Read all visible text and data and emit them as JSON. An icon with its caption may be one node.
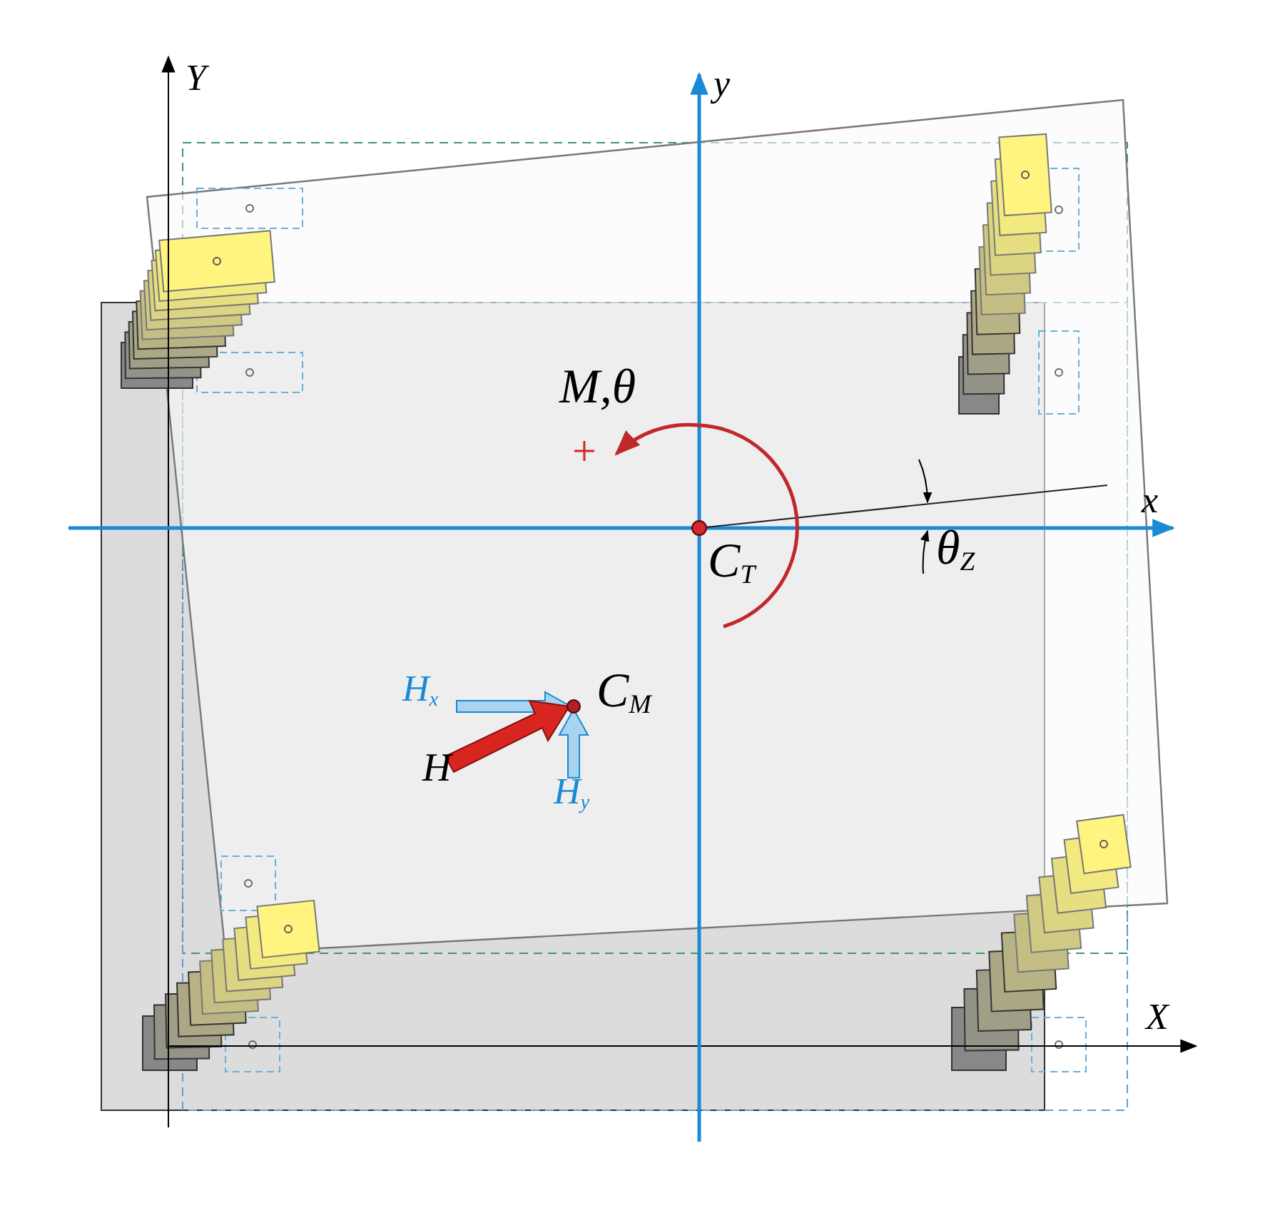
{
  "diagram": {
    "labels": [
      "Y",
      "y",
      "X",
      "x",
      "M,θ",
      "+",
      "C$_{T}$",
      "θ$_{Z}$",
      "H$_{x}$",
      "C$_{M}$",
      "H",
      "H$_{y}$"
    ]
  }
}
